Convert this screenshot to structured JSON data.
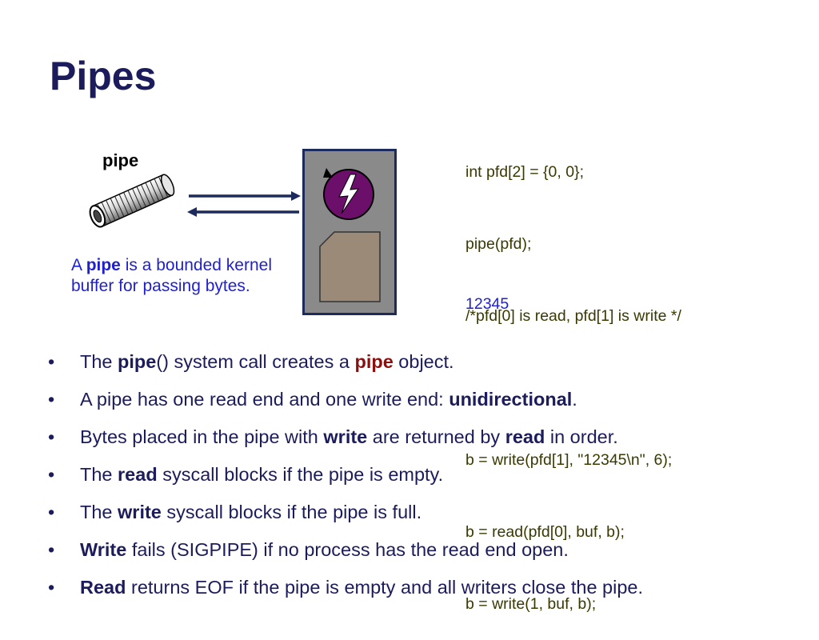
{
  "slide": {
    "title": "Pipes"
  },
  "diagram": {
    "pipe_label": "pipe",
    "desc_1": "A ",
    "desc_2": "pipe",
    "desc_3": " is a bounded kernel buffer for passing bytes.",
    "colors": {
      "box_fill": "#8a8a8a",
      "box_border": "#1c2a5c",
      "circle": "#6b0f6b",
      "buffer": "#9b8a78",
      "arrow": "#1c2a5c"
    },
    "icons": [
      "pipe-icon",
      "lightning-icon",
      "buffer-icon"
    ]
  },
  "code": {
    "lines": [
      "int pfd[2] = {0, 0};",
      "pipe(pfd);",
      "/*pfd[0] is read, pfd[1] is write */",
      "",
      "b = write(pfd[1], \"12345\\n\", 6);",
      "b = read(pfd[0], buf, b);",
      "b = write(1, buf, b);"
    ],
    "output": "12345"
  },
  "bullets": {
    "marker": "•",
    "b1": {
      "t1": "The ",
      "t2": "pipe",
      "t3": "() system call creates a ",
      "t4": "pipe",
      "t5": " object."
    },
    "b2": {
      "t1": "A pipe has one read end and one write end: ",
      "t2": "unidirectional",
      "t3": "."
    },
    "b3": {
      "t1": "Bytes placed in the pipe with ",
      "t2": "write",
      "t3": " are returned by ",
      "t4": "read",
      "t5": " in order."
    },
    "b4": {
      "t1": "The ",
      "t2": "read",
      "t3": " syscall blocks if the pipe is empty."
    },
    "b5": {
      "t1": "The ",
      "t2": "write",
      "t3": " syscall blocks if the pipe is full."
    },
    "b6": {
      "t1": "Write",
      "t2": " fails (SIGPIPE) if no process has the read end open."
    },
    "b7": {
      "t1": "Read",
      "t2": " returns EOF if the pipe is empty and all writers close the pipe."
    }
  }
}
